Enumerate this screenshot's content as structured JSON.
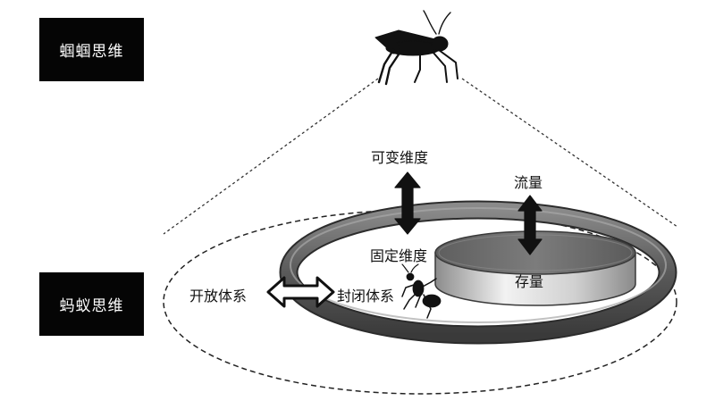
{
  "boxes": {
    "grasshopper_thinking": "蝈蝈思维",
    "ant_thinking": "蚂蚁思维"
  },
  "labels": {
    "variable_dimension": "可变维度",
    "fixed_dimension": "固定维度",
    "flow": "流量",
    "stock": "存量",
    "open_system": "开放体系",
    "closed_system": "封闭体系"
  },
  "icons": {
    "top": "grasshopper-icon",
    "ring": "ant-icon"
  },
  "colors": {
    "box_fill": "#050505",
    "box_text": "#ffffff",
    "ring": "#5a5a5a",
    "cylinder_top": "#6e6e6e",
    "arrow": "#111111"
  }
}
